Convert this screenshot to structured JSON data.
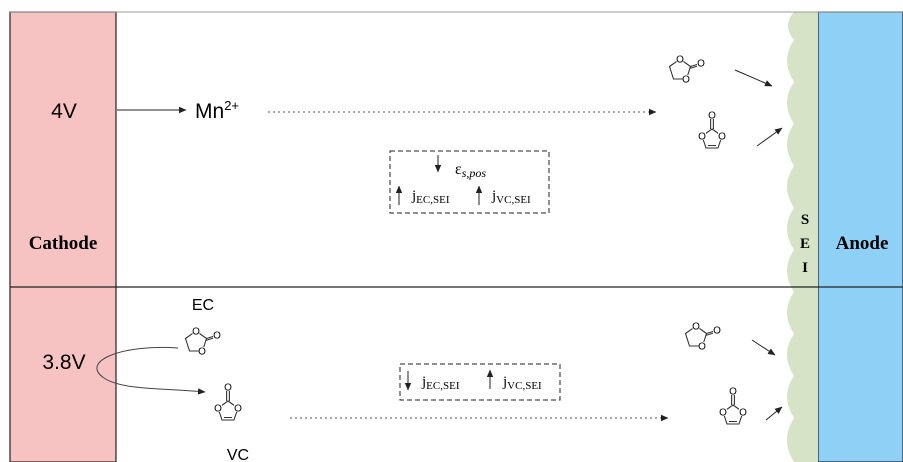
{
  "labels": {
    "cathode": "Cathode",
    "anode": "Anode",
    "sei_letters": [
      "S",
      "E",
      "I"
    ],
    "voltage_top": "4V",
    "voltage_bottom": "3.8V",
    "mn_ion": "Mn",
    "mn_charge": "2+",
    "ec": "EC",
    "vc": "VC"
  },
  "top_box": {
    "eps_symbol": "ε",
    "eps_subscript": "s,pos",
    "j_ec": "j",
    "j_ec_sub": "EC,SEI",
    "j_vc": "j",
    "j_vc_sub": "VC,SEI"
  },
  "bottom_box": {
    "j_ec": "j",
    "j_ec_sub": "EC,SEI",
    "j_vc": "j",
    "j_vc_sub": "VC,SEI"
  },
  "molecule_atoms": {
    "oxygen": "O"
  },
  "colors": {
    "cathode": "#f7c2c2",
    "anode": "#8fd0f7",
    "sei": "#d6e3c6",
    "line": "#222222"
  }
}
